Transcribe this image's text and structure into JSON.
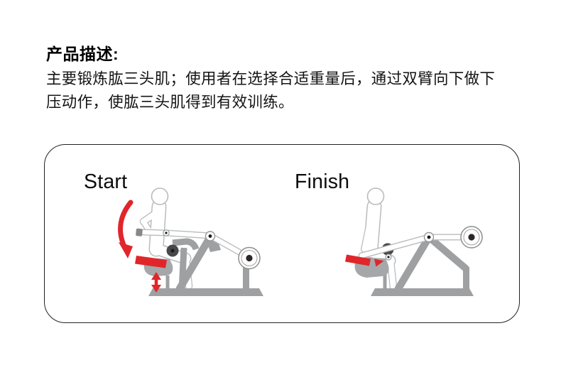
{
  "product_description": {
    "title": "产品描述:",
    "body_lines": [
      "主要锻炼肱三头肌；使用者在选择合适重量后，通过双臂向下做下",
      "压动作，使肱三头肌得到有效训练。"
    ]
  },
  "diagram": {
    "start_label": "Start",
    "finish_label": "Finish",
    "subject": "seated-triceps-press-machine",
    "colors": {
      "accent_red": "#e0262b",
      "machine_gray": "#9ea0a2",
      "machine_gray_light": "#a5a7a9",
      "figure_outline_gray": "#b9bbbd",
      "pivot_hub_dark": "#2b2729",
      "panel_border": "#222222",
      "text_black": "#000000"
    }
  }
}
